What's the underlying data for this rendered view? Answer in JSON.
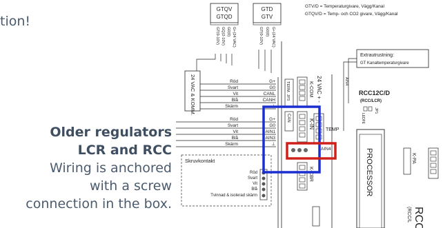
{
  "colors": {
    "blue_highlight": "#1a2fd0",
    "red_highlight": "#d0201a",
    "text_dark": "#3f4e60"
  },
  "intro": {
    "tail": "tion!"
  },
  "article": {
    "heading_1": "Older regulators",
    "heading_2": "LCR and RCC",
    "body_1": "Wiring is anchored",
    "body_2": "with a screw",
    "body_3": "connection in the box."
  },
  "diagram": {
    "legend_1": "GTV/D = Temperaturgivare, Vägg/Kanal",
    "legend_2": "GTQV/D = Temp- och CO2 givare, Vägg/Kanal",
    "sensor_gtqv": {
      "line1": "GTQV",
      "line2": "GTQD",
      "pins": [
        "GT(0-10V)",
        "GQ(2-10V)",
        "G0(0)",
        "G+(24 VAC)"
      ]
    },
    "sensor_gtd": {
      "line1": "GTD",
      "line2": "GTV",
      "pins": [
        "GT(0-10V)",
        "G0(0)",
        "G+(24 VAC)"
      ]
    },
    "extra_box": {
      "title": "Extrautrustning:",
      "subtitle": "GT Kanaltemperaturgivare"
    },
    "comm_box": "24 VAC & KOMM.",
    "comm_wires": [
      {
        "color": "Röd",
        "term": "G+"
      },
      {
        "color": "Svart",
        "term": "G0"
      },
      {
        "color": "Vit",
        "term": "CANL"
      },
      {
        "color": "Blå",
        "term": "CANH"
      },
      {
        "color": "Skärm",
        "term": "⊥"
      }
    ],
    "sensor_wires": [
      {
        "color": "Röd",
        "term": "G+"
      },
      {
        "color": "Svart",
        "term": "G0"
      },
      {
        "color": "Vit",
        "term": "AIN1"
      },
      {
        "color": "Blå",
        "term": "AIN3"
      },
      {
        "color": "Skärm",
        "term": "⊥"
      }
    ],
    "screw_box": {
      "title": "Skruvkontakt",
      "wires": [
        "Röd",
        "Svart",
        "Vit",
        "Blå",
        "Tvinnad & isolerad skärm"
      ]
    },
    "labels": {
      "term_jp3": "TERM. JP3",
      "kcom": "K-COM",
      "vac24": "24 VAC + -",
      "can": "CAN",
      "kin": "K-IN",
      "ain4": "AIN4",
      "ain4_vertical": "AIN4",
      "temp": "TEMP",
      "kcbr": "K-CBR",
      "rcc_title": "RCC12C/D",
      "rcc_sub": "(RCC/LCR)",
      "jp1": "JP1",
      "ledfe": "LEDFE",
      "processor": "PROCESSOR",
      "kpa": "K-PA",
      "rcc_big": "RCC",
      "rcc_big_sub": "(RCC/L"
    }
  }
}
